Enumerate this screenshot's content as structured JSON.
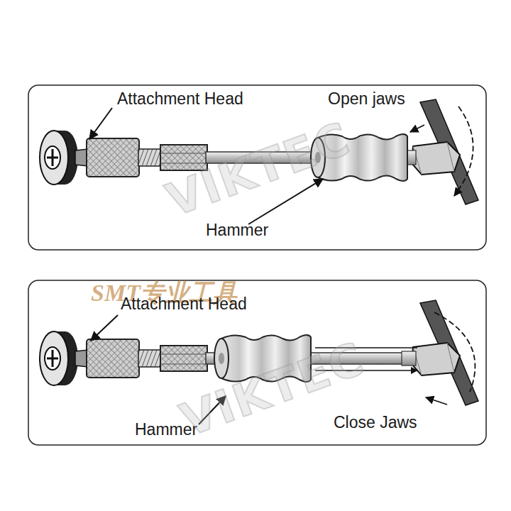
{
  "diagram": {
    "labels": [
      "Attachment Head",
      "Open jaws",
      "Hammer",
      "VIKTEC",
      "SMT专业工具",
      "Attachment Head",
      "Hammer",
      "Close Jaws",
      "VIKTEC"
    ]
  }
}
